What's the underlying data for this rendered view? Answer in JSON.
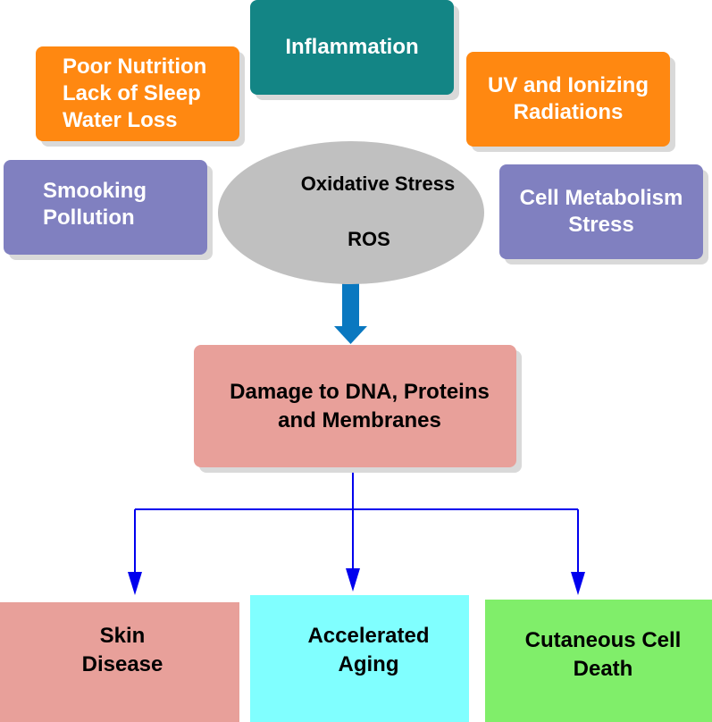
{
  "causes": {
    "inflammation": {
      "lines": [
        "Inflammation"
      ],
      "color": "#138585"
    },
    "nutrition": {
      "lines": [
        "Poor Nutrition",
        "Lack of Sleep",
        "Water Loss"
      ],
      "color": "#ff8811"
    },
    "uv": {
      "lines": [
        "UV and Ionizing",
        "Radiations"
      ],
      "color": "#ff8811"
    },
    "smoking": {
      "lines": [
        "Smooking",
        "Pollution"
      ],
      "color": "#8080c0"
    },
    "cell_metabolism": {
      "lines": [
        "Cell Metabolism",
        "Stress"
      ],
      "color": "#8080c0"
    }
  },
  "center": {
    "line1": "Oxidative Stress",
    "line2": "ROS",
    "color": "#c0c0c0"
  },
  "damage": {
    "lines": [
      "Damage to DNA, Proteins",
      "and Membranes"
    ],
    "color": "#e8a09a"
  },
  "outcomes": {
    "skin": {
      "lines": [
        "Skin",
        "Disease"
      ],
      "color": "#e8a09a"
    },
    "aging": {
      "lines": [
        "Accelerated",
        "Aging"
      ],
      "color": "#80ffff"
    },
    "death": {
      "lines": [
        "Cutaneous Cell",
        "Death"
      ],
      "color": "#80ee6a"
    }
  },
  "colors": {
    "main_arrow": "#0a78c0",
    "branch_arrows": "#0000ee"
  }
}
